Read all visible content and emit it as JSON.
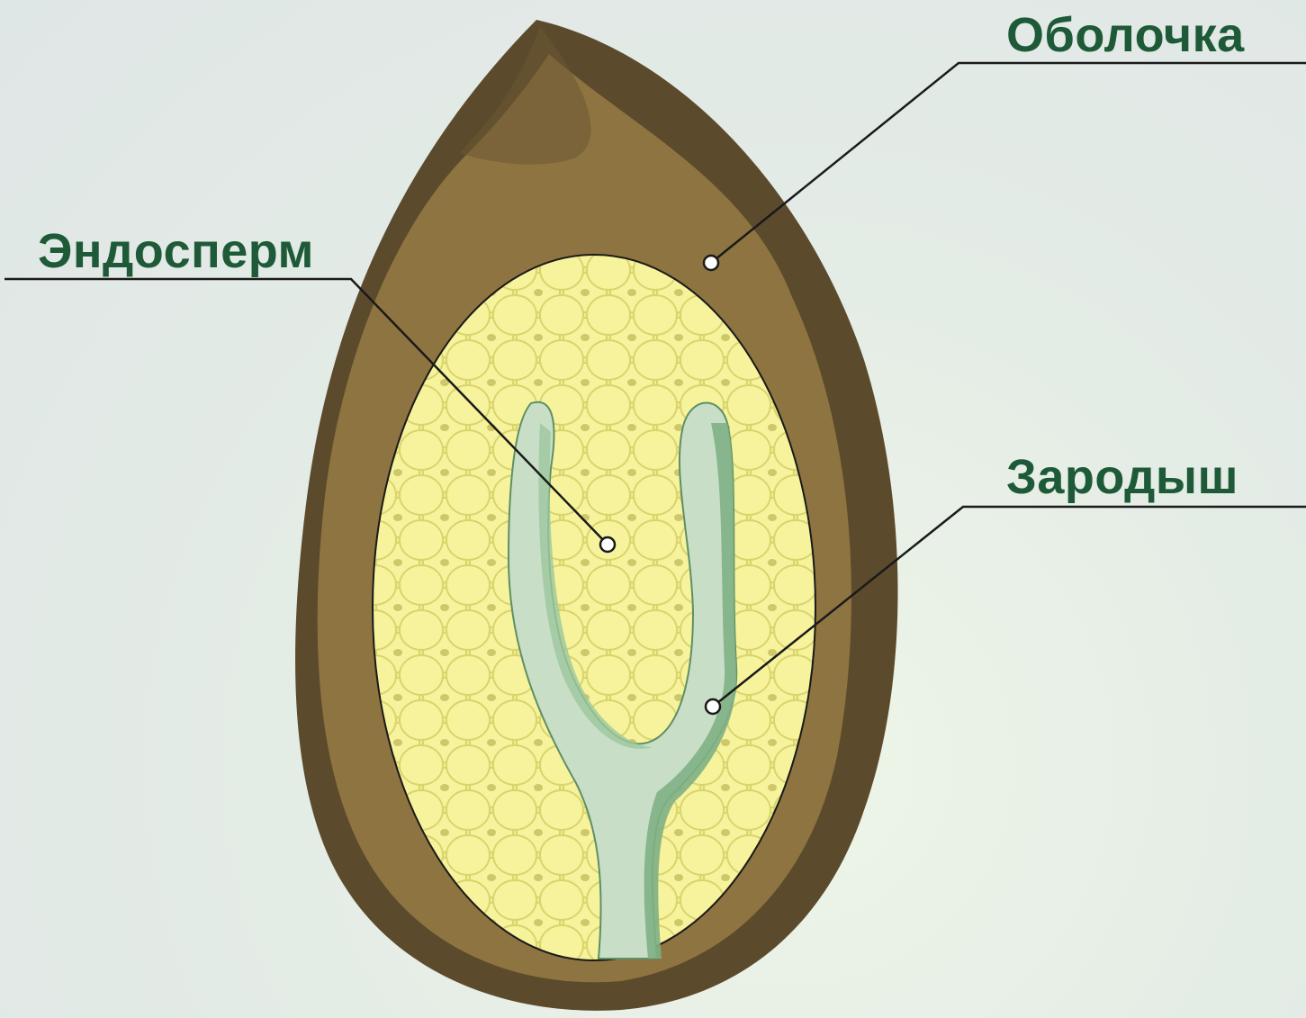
{
  "labels": {
    "shell": "Оболочка",
    "endosperm": "Эндосперм",
    "embryo": "Зародыш"
  },
  "colors": {
    "label_text": "#1f5a38",
    "leader_line": "#1a1a1a",
    "shell_outer": "#5c4a2c",
    "shell_inner": "#8e7440",
    "endosperm_fill": "#f1ee8c",
    "endosperm_cell": "#e3e07a",
    "embryo_fill": "#c8dec6",
    "embryo_edge": "#7fb085"
  }
}
